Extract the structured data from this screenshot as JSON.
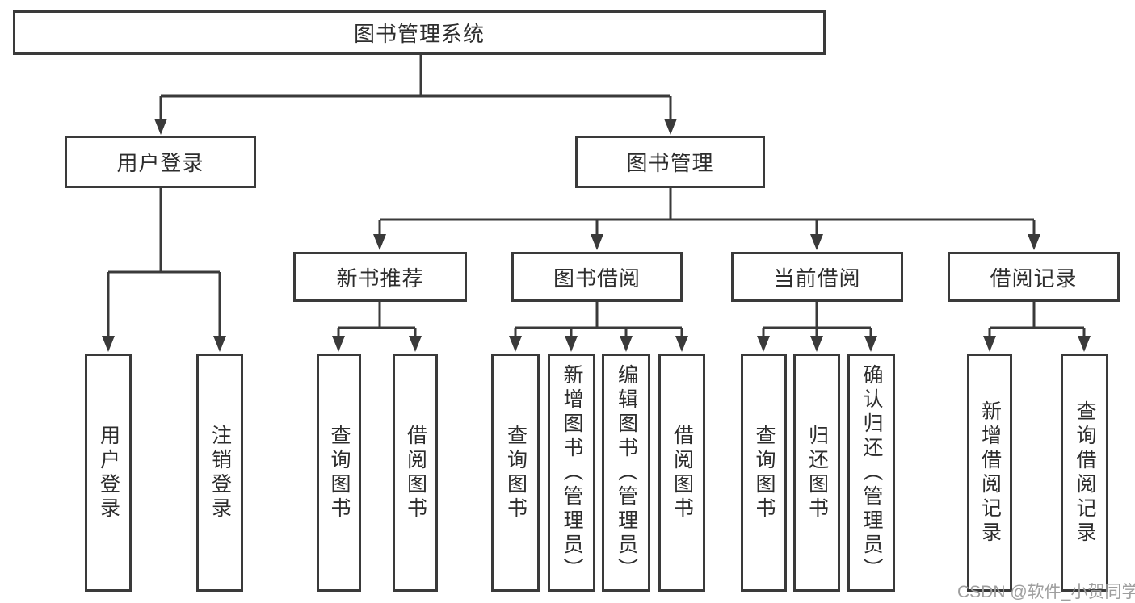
{
  "diagram": {
    "type": "hierarchy-tree",
    "colors": {
      "line": "#3a3a3a",
      "box_border": "#3a3a3a",
      "box_fill": "#ffffff",
      "text": "#2d2d2d",
      "watermark": "#9e9e9e",
      "background": "#ffffff"
    },
    "tree": {
      "root": {
        "label": "图书管理系统",
        "children": [
          {
            "label": "用户登录",
            "children": [
              {
                "label": "用户登录"
              },
              {
                "label": "注销登录"
              }
            ]
          },
          {
            "label": "图书管理",
            "children": [
              {
                "label": "新书推荐",
                "children": [
                  {
                    "label": "查询图书"
                  },
                  {
                    "label": "借阅图书"
                  }
                ]
              },
              {
                "label": "图书借阅",
                "children": [
                  {
                    "label": "查询图书"
                  },
                  {
                    "label": "新增图书（管理员）"
                  },
                  {
                    "label": "编辑图书（管理员）"
                  },
                  {
                    "label": "借阅图书"
                  }
                ]
              },
              {
                "label": "当前借阅",
                "children": [
                  {
                    "label": "查询图书"
                  },
                  {
                    "label": "归还图书"
                  },
                  {
                    "label": "确认归还（管理员）"
                  }
                ]
              },
              {
                "label": "借阅记录",
                "children": [
                  {
                    "label": "新增借阅记录"
                  },
                  {
                    "label": "查询借阅记录"
                  }
                ]
              }
            ]
          }
        ]
      }
    }
  },
  "watermark": {
    "text": "CSDN @软件_小贺同学"
  }
}
